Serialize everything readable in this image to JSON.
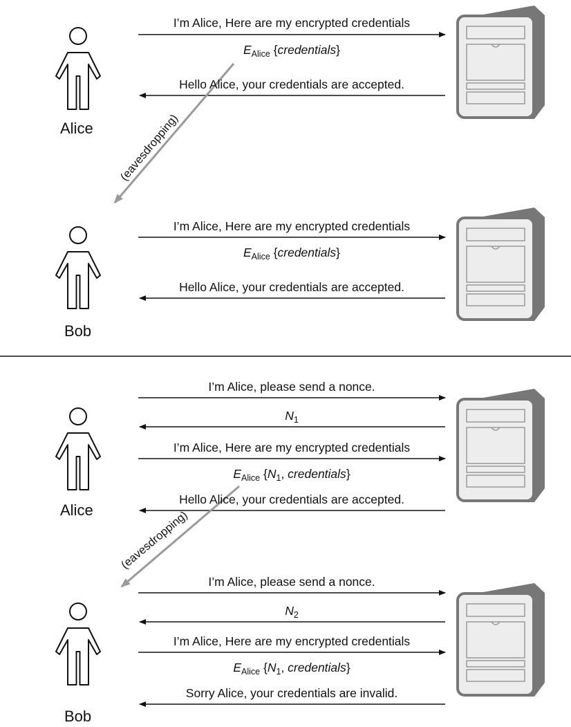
{
  "top": {
    "alice_name": "Alice",
    "bob_name": "Bob",
    "eavesdrop_label": "(eavesdropping)",
    "exchange1": {
      "request": "I’m Alice, Here are my encrypted credentials",
      "cipher": {
        "E": "E",
        "sub": "Alice",
        "open": "{",
        "content": "credentials",
        "close": "}"
      },
      "response": "Hello Alice, your credentials are accepted."
    },
    "exchange2": {
      "request": "I’m Alice, Here are my encrypted credentials",
      "cipher": {
        "E": "E",
        "sub": "Alice",
        "open": "{",
        "content": "credentials",
        "close": "}"
      },
      "response": "Hello Alice, your credentials are accepted."
    }
  },
  "bottom": {
    "alice_name": "Alice",
    "bob_name": "Bob",
    "eavesdrop_label": "(eavesdropping)",
    "exchange1": {
      "nonce_request": "I’m Alice, please send a nonce.",
      "nonce": {
        "N": "N",
        "sub": "1"
      },
      "request": "I’m Alice, Here are my encrypted credentials",
      "cipher": {
        "E": "E",
        "sub": "Alice",
        "open": "{",
        "N": "N",
        "nsub": "1",
        "sep": ", ",
        "content": "credentials",
        "close": "}"
      },
      "response": "Hello Alice, your credentials are accepted."
    },
    "exchange2": {
      "nonce_request": "I’m Alice, please send a nonce.",
      "nonce": {
        "N": "N",
        "sub": "2"
      },
      "request": "I’m Alice, Here are my encrypted credentials",
      "cipher": {
        "E": "E",
        "sub": "Alice",
        "open": "{",
        "N": "N",
        "nsub": "1",
        "sep": ", ",
        "content": "credentials",
        "close": "}"
      },
      "response": "Sorry Alice, your credentials are invalid."
    }
  }
}
